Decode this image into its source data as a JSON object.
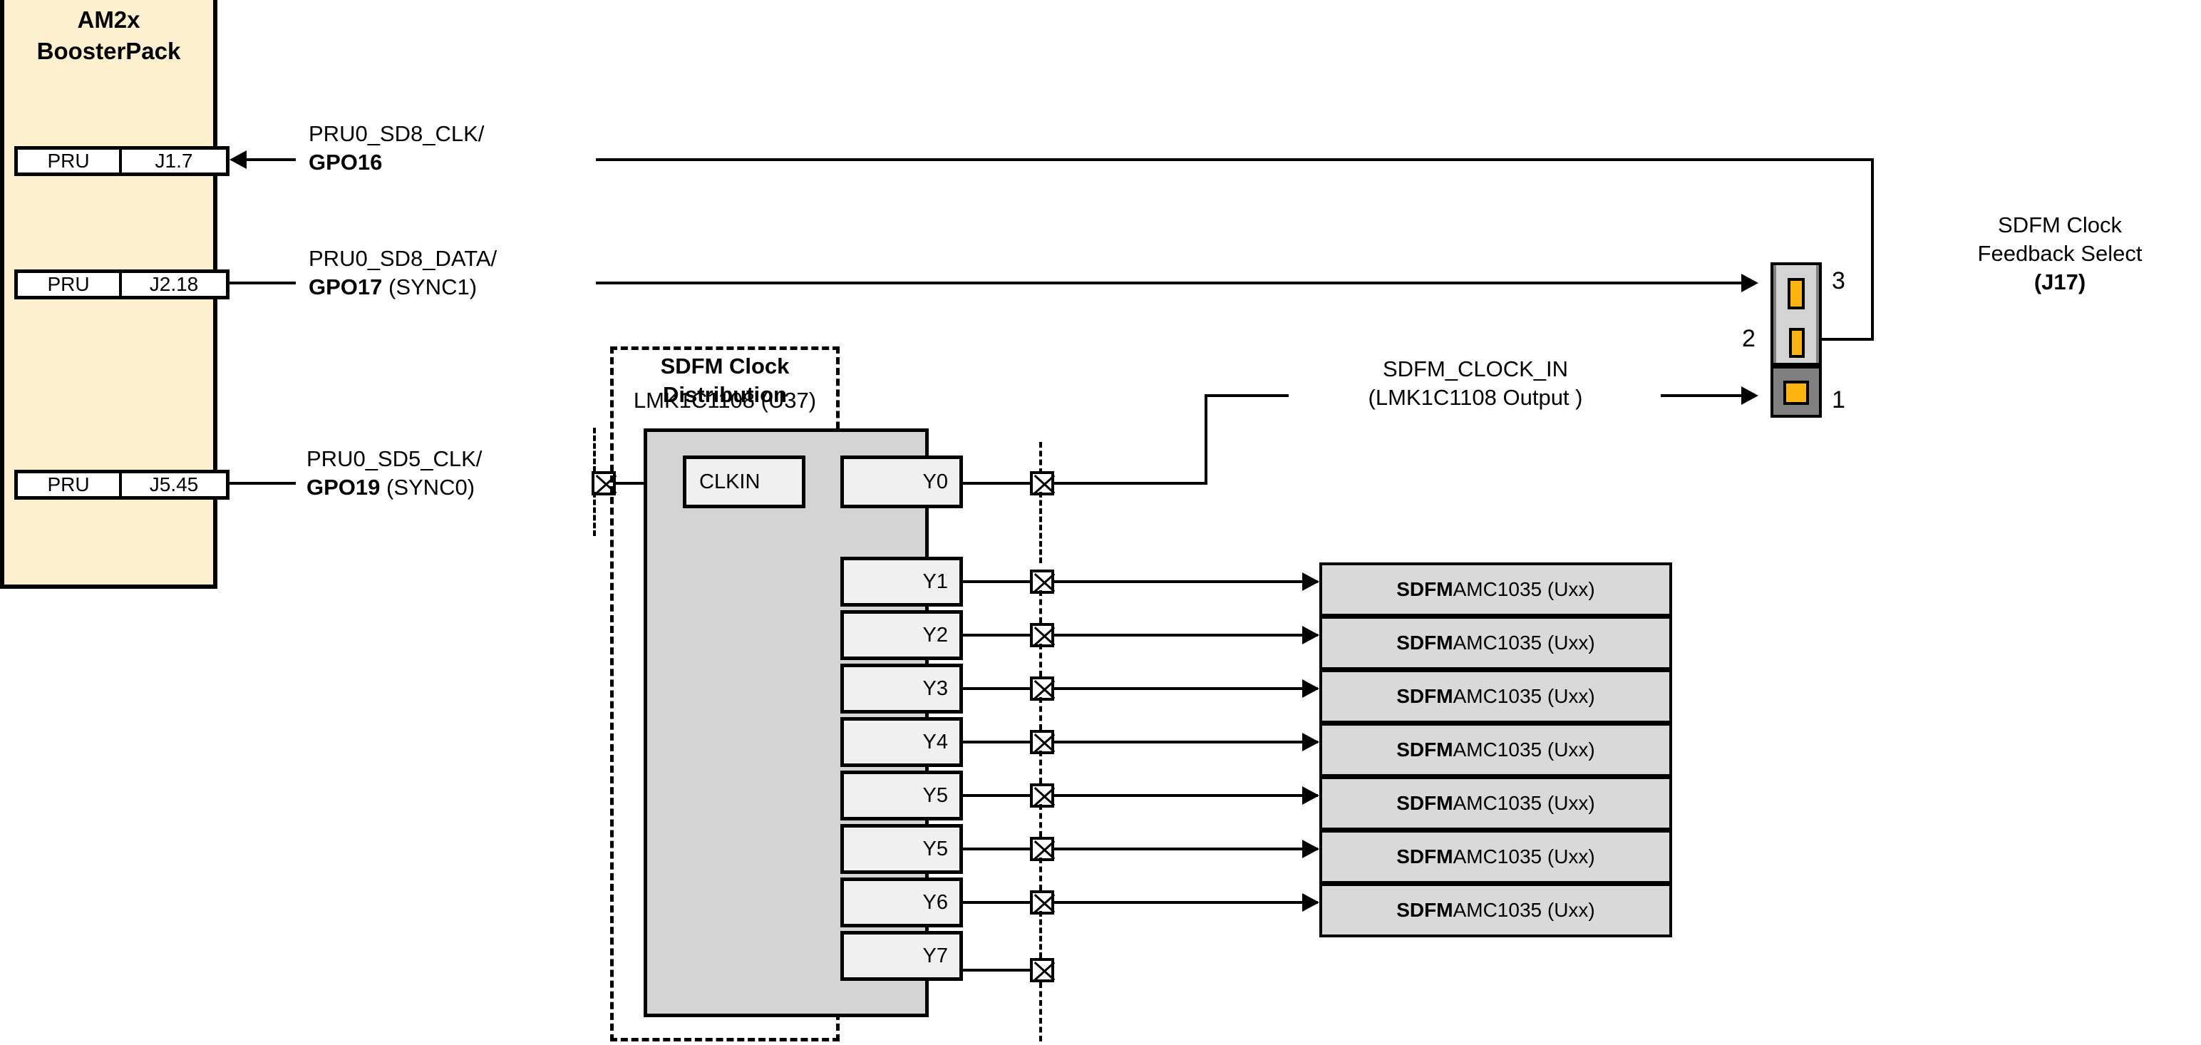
{
  "boosterpack": {
    "title_line1": "AM2x",
    "title_line2": "BoosterPack",
    "pins": [
      {
        "left": "PRU",
        "right": "J1.7"
      },
      {
        "left": "PRU",
        "right": "J2.18"
      },
      {
        "left": "PRU",
        "right": "J5.45"
      }
    ]
  },
  "signals": [
    {
      "line1": "PRU0_SD8_CLK/",
      "bold": "GPO16",
      "suffix": ""
    },
    {
      "line1": "PRU0_SD8_DATA/",
      "bold": "GPO17",
      "suffix": " (SYNC1)"
    },
    {
      "line1": "PRU0_SD5_CLK/",
      "bold": "GPO19",
      "suffix": " (SYNC0)"
    }
  ],
  "sdfm_clock_dist": {
    "title": "SDFM Clock Distribution",
    "subtitle": "LMK1C1108 (U37)",
    "input_pin": "CLKIN",
    "outputs": [
      "Y0",
      "Y1",
      "Y2",
      "Y3",
      "Y4",
      "Y5",
      "Y5",
      "Y6",
      "Y7"
    ]
  },
  "sdfm_clock_in": {
    "line1": "SDFM_CLOCK_IN",
    "line2": "(LMK1C1108 Output )"
  },
  "sdfm_devices": [
    {
      "bold": "SDFM",
      "text": " AMC1035 (Uxx)"
    },
    {
      "bold": "SDFM",
      "text": " AMC1035 (Uxx)"
    },
    {
      "bold": "SDFM",
      "text": " AMC1035 (Uxx)"
    },
    {
      "bold": "SDFM",
      "text": " AMC1035 (Uxx)"
    },
    {
      "bold": "SDFM",
      "text": " AMC1035 (Uxx)"
    },
    {
      "bold": "SDFM",
      "text": " AMC1035 (Uxx)"
    },
    {
      "bold": "SDFM",
      "text": " AMC1035 (Uxx)"
    }
  ],
  "jumper": {
    "caption_line1": "SDFM Clock",
    "caption_line2": "Feedback Select",
    "caption_bold": "(J17)",
    "pin_numbers": [
      "3",
      "2",
      "1"
    ]
  },
  "colors": {
    "boosterpack_fill": "#FDF0CE",
    "chip_fill": "#D4D4D4",
    "pin_box_fill": "#F0F0F0",
    "device_fill": "#D9D9D9",
    "jumper_pin": "#FFB511",
    "jumper_shell": "#808080",
    "stroke": "#000000"
  }
}
